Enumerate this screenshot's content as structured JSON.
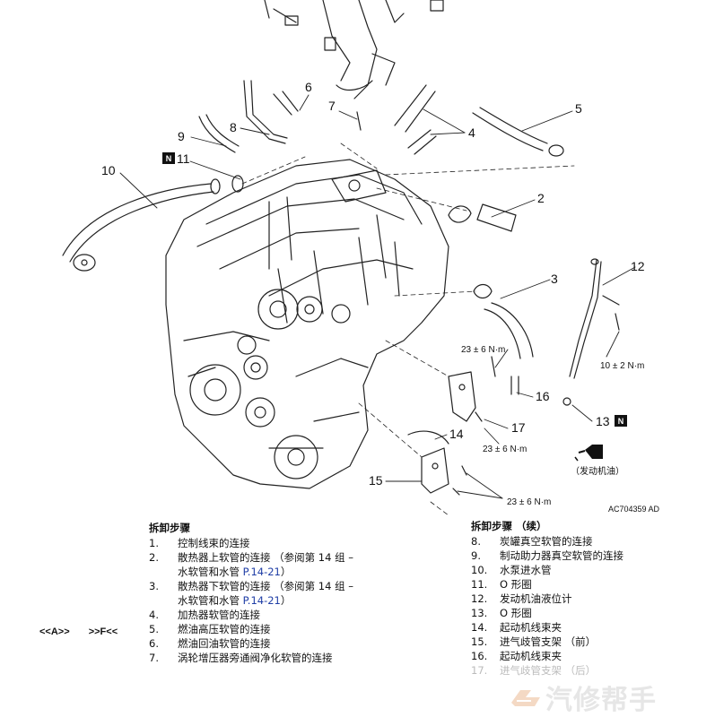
{
  "callouts": {
    "c2": "2",
    "c3": "3",
    "c4": "4",
    "c5": "5",
    "c6": "6",
    "c7": "7",
    "c8": "8",
    "c9": "9",
    "c10": "10",
    "c11": "11",
    "c12": "12",
    "c13": "13",
    "c14": "14",
    "c15": "15",
    "c16": "16",
    "c17": "17"
  },
  "badges": {
    "n_left": "N",
    "n_right": "N"
  },
  "torques": {
    "t1": "23 ± 6 N·m",
    "t2": "10 ± 2 N·m",
    "t3": "23 ± 6 N·m",
    "t4": "23 ± 6 N·m"
  },
  "oil_note": "（发动机油）",
  "figure_code": "AC704359 AD",
  "procedure_left": {
    "title": "拆卸步骤",
    "steps": [
      {
        "num": "1.",
        "text": "控制线束的连接"
      },
      {
        "num": "2.",
        "text": "散热器上软管的连接 （参阅第 14 组 – 水软管和水管 ",
        "ref": "P.14-21",
        "after": "）"
      },
      {
        "num": "3.",
        "text": "散热器下软管的连接 （参阅第 14 组 – 水软管和水管 ",
        "ref": "P.14-21",
        "after": "）"
      },
      {
        "num": "4.",
        "text": "加热器软管的连接"
      },
      {
        "num": "5.",
        "text": "燃油高压软管的连接"
      },
      {
        "num": "6.",
        "text": "燃油回油软管的连接"
      },
      {
        "num": "7.",
        "text": "涡轮增压器旁通阀净化软管的连接"
      }
    ]
  },
  "procedure_right": {
    "title": "拆卸步骤 （续）",
    "steps": [
      {
        "num": "8.",
        "text": "炭罐真空软管的连接"
      },
      {
        "num": "9.",
        "text": "制动助力器真空软管的连接"
      },
      {
        "num": "10.",
        "text": "水泵进水管"
      },
      {
        "num": "11.",
        "text": "O 形圈"
      },
      {
        "num": "12.",
        "text": "发动机油液位计"
      },
      {
        "num": "13.",
        "text": "O 形圈"
      },
      {
        "num": "14.",
        "text": "起动机线束夹"
      },
      {
        "num": "15.",
        "text": "进气歧管支架 （前）"
      },
      {
        "num": "16.",
        "text": "起动机线束夹"
      },
      {
        "num": "17.",
        "text": "进气歧管支架 （后）"
      }
    ]
  },
  "marks": {
    "a": "<<A>>",
    "f": ">>F<<"
  },
  "watermark": "汽修帮手"
}
